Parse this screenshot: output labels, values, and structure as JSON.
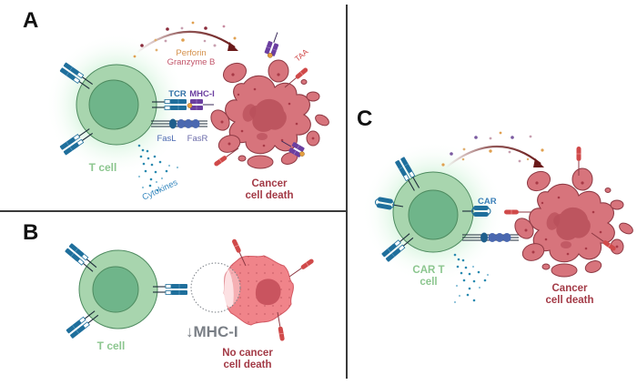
{
  "panels": {
    "a": {
      "letter": "A",
      "t_cell_label": "T cell",
      "tcr_label": "TCR",
      "mhc_label": "MHC-I",
      "fasl_label": "FasL",
      "fasr_label": "FasR",
      "perforin_label": "Perforin",
      "granzyme_label": "Granzyme B",
      "taa_label": "TAA",
      "cytokines_label": "Cytokines",
      "outcome_line1": "Cancer",
      "outcome_line2": "cell death"
    },
    "b": {
      "letter": "B",
      "t_cell_label": "T cell",
      "mhc_down_label": "↓MHC-I",
      "outcome_line1": "No cancer",
      "outcome_line2": "cell death"
    },
    "c": {
      "letter": "C",
      "t_cell_line1": "CAR T",
      "t_cell_line2": "cell",
      "car_label": "CAR",
      "outcome_line1": "Cancer",
      "outcome_line2": "cell death"
    }
  },
  "colors": {
    "t_cell_outer": "#a8d5ae",
    "t_cell_inner": "#6fb58a",
    "t_cell_stroke": "#4d8a5f",
    "t_cell_label": "#8cc68f",
    "receptor_blue": "#1f6f9c",
    "label_blue": "#3a7fb8",
    "fas_blue": "#4a68b0",
    "mhc_purple": "#6b3fa0",
    "cancer_fill": "#d7747c",
    "cancer_stroke": "#8e3a44",
    "cancer_dark": "#b9505b",
    "cancer_text": "#a33a46",
    "taa_red": "#d04a4a",
    "perforin_text": "#d4904a",
    "granzyme_text": "#c2556a",
    "arrow_dark": "#6a1a1a",
    "gray_text": "#7a7f86",
    "divider": "#3a3a3a",
    "alive_cancer": "#f0848a"
  }
}
